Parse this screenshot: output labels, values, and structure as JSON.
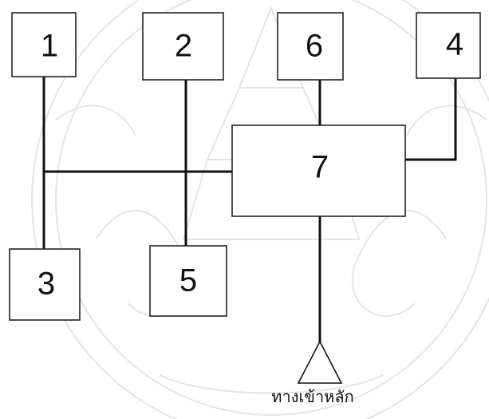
{
  "diagram": {
    "boxes": [
      {
        "id": "box-1",
        "label": "1"
      },
      {
        "id": "box-2",
        "label": "2"
      },
      {
        "id": "box-6",
        "label": "6"
      },
      {
        "id": "box-4",
        "label": "4"
      },
      {
        "id": "box-7",
        "label": "7"
      },
      {
        "id": "box-3",
        "label": "3"
      },
      {
        "id": "box-5",
        "label": "5"
      }
    ],
    "entrance_label": "ทางเข้าหลัก"
  },
  "colors": {
    "line": "#111111",
    "watermark": "#8a8a8a"
  }
}
